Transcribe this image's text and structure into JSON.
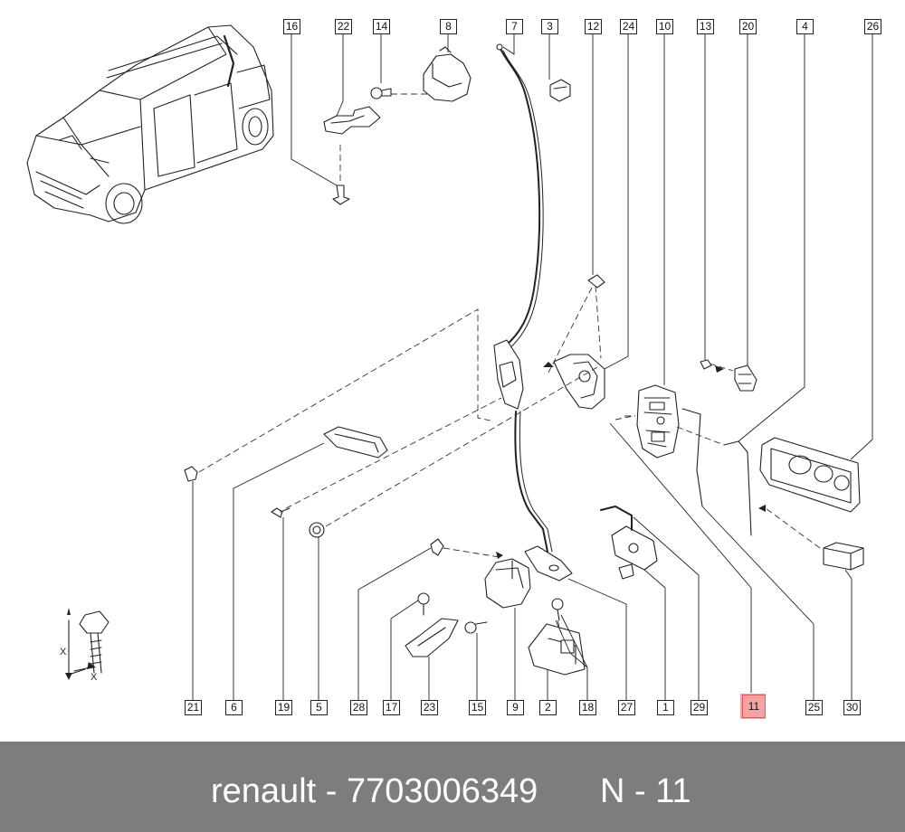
{
  "diagram": {
    "callouts": {
      "c1": "1",
      "c2": "2",
      "c3": "3",
      "c4": "4",
      "c5": "5",
      "c6": "6",
      "c7": "7",
      "c8": "8",
      "c9": "9",
      "c10": "10",
      "c11": "11",
      "c12": "12",
      "c13": "13",
      "c14": "14",
      "c15": "15",
      "c16": "16",
      "c17": "17",
      "c18": "18",
      "c19": "19",
      "c20": "20",
      "c21": "21",
      "c22": "22",
      "c23": "23",
      "c24": "24",
      "c25": "25",
      "c26": "26",
      "c27": "27",
      "c28": "28",
      "c29": "29",
      "c30": "30"
    },
    "highlighted_callout": "11",
    "highlight_color": "#f3a3a3",
    "axis_label_1": "X",
    "axis_label_2": "X"
  },
  "footer": {
    "brand_and_part": "renault - 7703006349",
    "reference": "N - 11",
    "background": "#7d7d7d"
  }
}
